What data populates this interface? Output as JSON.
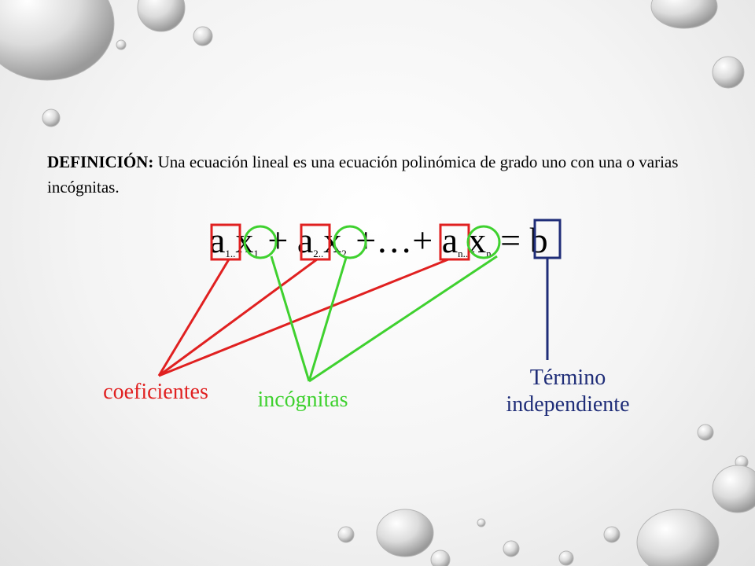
{
  "definition": {
    "label": "DEFINICIÓN:",
    "text": " Una ecuación lineal es una ecuación polinómica de grado uno con una o varias incógnitas."
  },
  "equation": {
    "a": "a",
    "x": "x",
    "sub_1": "1",
    "sub_2": "2",
    "sub_n": "n",
    "dot": "..",
    "plus": "+",
    "ellipsis": "…",
    "equals": "=",
    "b": "b"
  },
  "labels": {
    "coeficientes": "coeficientes",
    "incognitas": "incógnitas",
    "termino_line1": "Término",
    "termino_line2": "independiente"
  },
  "colors": {
    "coeficientes": "#e02020",
    "incognitas": "#3fd12f",
    "termino": "#1f2d78"
  }
}
